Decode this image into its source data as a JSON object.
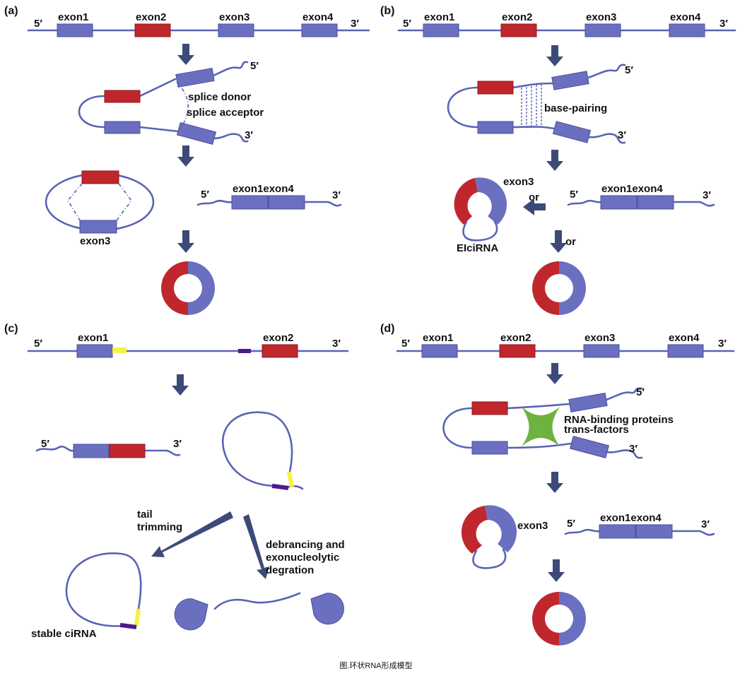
{
  "panels": {
    "a": {
      "label": "(a)",
      "exons": [
        "exon1",
        "exon2",
        "exon3",
        "exon4"
      ],
      "five_prime": "5′",
      "three_prime": "3′",
      "splice_donor": "splice donor",
      "splice_acceptor": "splice acceptor",
      "exon3": "exon3",
      "joined": "exon1exon4"
    },
    "b": {
      "label": "(b)",
      "exons": [
        "exon1",
        "exon2",
        "exon3",
        "exon4"
      ],
      "five_prime": "5′",
      "three_prime": "3′",
      "base_pairing": "base-pairing",
      "exon3": "exon3",
      "or": "or",
      "eicirna": "EIciRNA",
      "joined": "exon1exon4"
    },
    "c": {
      "label": "(c)",
      "exons": [
        "exon1",
        "exon2"
      ],
      "five_prime": "5′",
      "three_prime": "3′",
      "tail_trimming": [
        "tail",
        "trimming"
      ],
      "debranching": [
        "debrancing and",
        "exonucleolytic",
        "degration"
      ],
      "stable": "stable ciRNA"
    },
    "d": {
      "label": "(d)",
      "exons": [
        "exon1",
        "exon2",
        "exon3",
        "exon4"
      ],
      "five_prime": "5′",
      "three_prime": "3′",
      "rbp": [
        "RNA-binding proteins",
        "trans-factors"
      ],
      "exon3": "exon3",
      "joined": "exon1exon4"
    }
  },
  "caption": "图.环状RNA形成模型",
  "colors": {
    "exon_blue": "#6b6fc0",
    "exon_red": "#c0272d",
    "strand": "#5a63b5",
    "arrow": "#3c4a78",
    "yellow_site": "#f4f247",
    "purple_site": "#4b1a8a",
    "protein_green": "#6db33f"
  }
}
